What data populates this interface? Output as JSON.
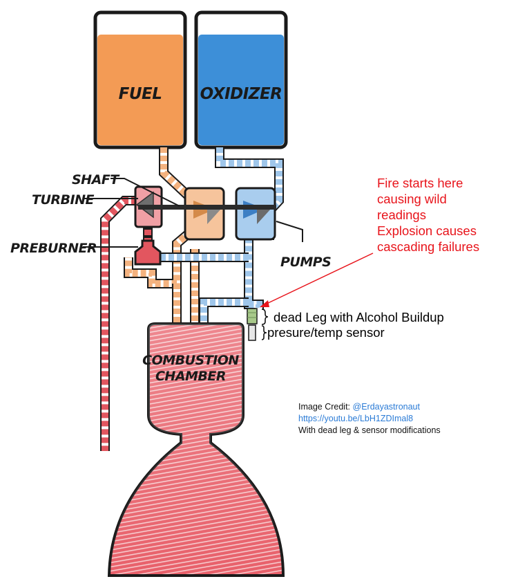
{
  "labels": {
    "fuel": "FUEL",
    "oxidizer": "OXIDIZER",
    "shaft": "SHAFT",
    "turbine": "TURBINE",
    "preburner": "PREBURNER",
    "pumps": "PUMPS",
    "combustion_line1": "COMBUSTION",
    "combustion_line2": "CHAMBER"
  },
  "annotation": {
    "lines": [
      "Fire starts here",
      "causing wild",
      "readings",
      "Explosion causes",
      "cascading failures"
    ]
  },
  "dead_leg_label": "dead Leg with Alcohol Buildup",
  "sensor_label": "presure/temp sensor",
  "credit": {
    "line1_prefix": "Image Credit: ",
    "handle": "@Erdayastronaut",
    "url": "https://youtu.be/LbH1ZDImal8",
    "line3": "With dead leg & sensor modifications"
  },
  "colors": {
    "fuel": "#f39b55",
    "oxidizer": "#3d8fd8",
    "hot_gas": "#e2565f",
    "annotation": "#e8141b",
    "dead_leg": "#a8c98a"
  }
}
